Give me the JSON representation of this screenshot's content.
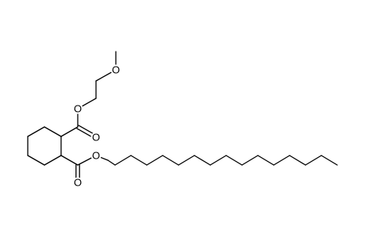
{
  "molecule": {
    "atoms": [
      {
        "id": "c_methyl_me",
        "label": ""
      },
      {
        "id": "o_ether",
        "label": "O"
      },
      {
        "id": "c_eth1",
        "label": ""
      },
      {
        "id": "c_eth2",
        "label": ""
      },
      {
        "id": "o_ester1",
        "label": "O"
      },
      {
        "id": "c_carbonyl1",
        "label": ""
      },
      {
        "id": "o_carbonyl1",
        "label": "O"
      },
      {
        "id": "r1",
        "label": ""
      },
      {
        "id": "r2",
        "label": ""
      },
      {
        "id": "r3",
        "label": ""
      },
      {
        "id": "r4",
        "label": ""
      },
      {
        "id": "r5",
        "label": ""
      },
      {
        "id": "r6",
        "label": ""
      },
      {
        "id": "c_carbonyl2",
        "label": ""
      },
      {
        "id": "o_carbonyl2",
        "label": "O"
      },
      {
        "id": "o_ester2",
        "label": "O"
      },
      {
        "id": "p1",
        "label": ""
      },
      {
        "id": "p2",
        "label": ""
      },
      {
        "id": "p3",
        "label": ""
      },
      {
        "id": "p4",
        "label": ""
      },
      {
        "id": "p5",
        "label": ""
      },
      {
        "id": "p6",
        "label": ""
      },
      {
        "id": "p7",
        "label": ""
      },
      {
        "id": "p8",
        "label": ""
      },
      {
        "id": "p9",
        "label": ""
      },
      {
        "id": "p10",
        "label": ""
      },
      {
        "id": "p11",
        "label": ""
      },
      {
        "id": "p12",
        "label": ""
      },
      {
        "id": "p13",
        "label": ""
      },
      {
        "id": "p14",
        "label": ""
      },
      {
        "id": "p15",
        "label": ""
      },
      {
        "id": "p16",
        "label": ""
      }
    ],
    "bonds": [
      {
        "from": "c_methyl_me",
        "to": "o_ether",
        "order": 1
      },
      {
        "from": "o_ether",
        "to": "c_eth1",
        "order": 1
      },
      {
        "from": "c_eth1",
        "to": "c_eth2",
        "order": 1
      },
      {
        "from": "c_eth2",
        "to": "o_ester1",
        "order": 1
      },
      {
        "from": "o_ester1",
        "to": "c_carbonyl1",
        "order": 1
      },
      {
        "from": "c_carbonyl1",
        "to": "o_carbonyl1",
        "order": 2
      },
      {
        "from": "c_carbonyl1",
        "to": "r1",
        "order": 1
      },
      {
        "from": "r1",
        "to": "r2",
        "order": 1
      },
      {
        "from": "r2",
        "to": "r3",
        "order": 1
      },
      {
        "from": "r3",
        "to": "r4",
        "order": 1
      },
      {
        "from": "r4",
        "to": "r5",
        "order": 1
      },
      {
        "from": "r5",
        "to": "r6",
        "order": 1
      },
      {
        "from": "r6",
        "to": "r1",
        "order": 1
      },
      {
        "from": "r6",
        "to": "c_carbonyl2",
        "order": 1
      },
      {
        "from": "c_carbonyl2",
        "to": "o_carbonyl2",
        "order": 2
      },
      {
        "from": "c_carbonyl2",
        "to": "o_ester2",
        "order": 1
      },
      {
        "from": "o_ester2",
        "to": "p1",
        "order": 1
      },
      {
        "from": "p1",
        "to": "p2",
        "order": 1
      },
      {
        "from": "p2",
        "to": "p3",
        "order": 1
      },
      {
        "from": "p3",
        "to": "p4",
        "order": 1
      },
      {
        "from": "p4",
        "to": "p5",
        "order": 1
      },
      {
        "from": "p5",
        "to": "p6",
        "order": 1
      },
      {
        "from": "p6",
        "to": "p7",
        "order": 1
      },
      {
        "from": "p7",
        "to": "p8",
        "order": 1
      },
      {
        "from": "p8",
        "to": "p9",
        "order": 1
      },
      {
        "from": "p9",
        "to": "p10",
        "order": 1
      },
      {
        "from": "p10",
        "to": "p11",
        "order": 1
      },
      {
        "from": "p11",
        "to": "p12",
        "order": 1
      },
      {
        "from": "p12",
        "to": "p13",
        "order": 1
      },
      {
        "from": "p13",
        "to": "p14",
        "order": 1
      },
      {
        "from": "p14",
        "to": "p15",
        "order": 1
      },
      {
        "from": "p15",
        "to": "p16",
        "order": 1
      }
    ]
  }
}
